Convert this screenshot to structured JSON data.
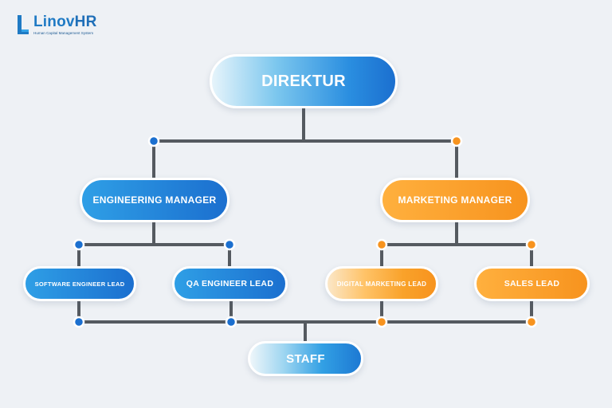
{
  "brand": {
    "name_main": "Linov",
    "name_accent": "HR",
    "tagline": "Human Capital Management System"
  },
  "nodes": {
    "direktur": "DIREKTUR",
    "engineering_manager": "ENGINEERING MANAGER",
    "marketing_manager": "MARKETING MANAGER",
    "software_engineer_lead": "SOFTWARE ENGINEER LEAD",
    "qa_engineer_lead": "QA ENGINEER LEAD",
    "digital_marketing_lead": "DIGITAL MARKETING LEAD",
    "sales_lead": "SALES LEAD",
    "staff": "STAFF"
  },
  "colors": {
    "blue": "#1b6fcf",
    "orange": "#f7931e",
    "line": "#555a60",
    "background": "#eef1f5"
  }
}
